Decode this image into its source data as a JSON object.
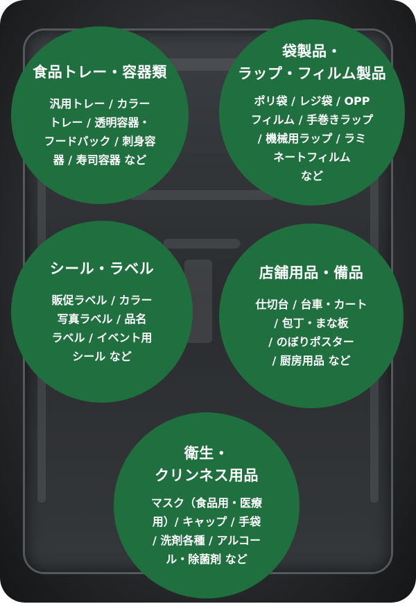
{
  "categories": [
    {
      "title": [
        "食品トレー・容器類"
      ],
      "body": [
        "汎用トレー / カラー",
        "トレー / 透明容器・",
        "フードパック / 刺身容",
        "器 / 寿司容器 など"
      ]
    },
    {
      "title": [
        "袋製品・",
        "ラップ・フィルム製品"
      ],
      "body": [
        "ポリ袋 / レジ袋 / OPP",
        "フィルム / 手巻きラップ",
        "/ 機械用ラップ / ラミ",
        "ネートフィルム",
        "など"
      ]
    },
    {
      "title": [
        "シール・ラベル"
      ],
      "body": [
        "販促ラベル / カラー",
        "写真ラベル / 品名",
        "ラベル / イベント用",
        "シール など"
      ]
    },
    {
      "title": [
        "店舗用品・備品"
      ],
      "body": [
        "仕切台 / 台車・カート",
        "/ 包丁・まな板",
        "/ のぼりポスター",
        "/ 厨房用品 など"
      ]
    },
    {
      "title": [
        "衛生・",
        "クリンネス用品"
      ],
      "body": [
        "マスク（食品用・医療",
        "用）/ キャップ / 手袋",
        "/ 洗剤各種 / アルコー",
        "ル・除菌剤 など"
      ]
    }
  ],
  "colors": {
    "circle_green": "#1f6f3f",
    "tray_dark": "#2c2e31",
    "text": "#ffffff"
  }
}
